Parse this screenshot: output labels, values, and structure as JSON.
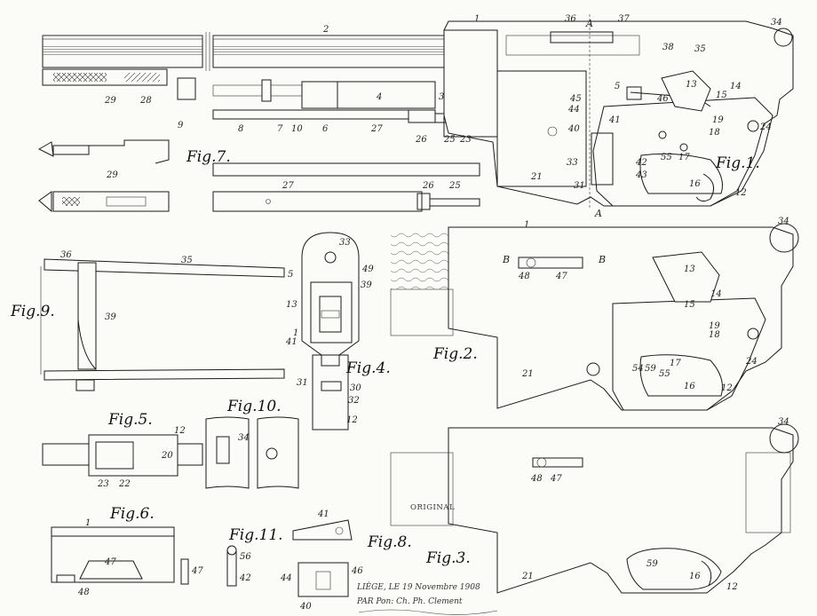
{
  "figures": {
    "fig1": "Fig.1.",
    "fig2": "Fig.2.",
    "fig3": "Fig.3.",
    "fig4": "Fig.4.",
    "fig5": "Fig.5.",
    "fig6": "Fig.6.",
    "fig7": "Fig.7.",
    "fig8": "Fig.8.",
    "fig9": "Fig.9.",
    "fig10": "Fig.10.",
    "fig11": "Fig.11."
  },
  "section_marks": {
    "a_top": "A",
    "a_bottom": "A",
    "b_left": "B",
    "b_right": "B"
  },
  "part_labels": {
    "fig1": [
      "1",
      "2",
      "3",
      "4",
      "5",
      "6",
      "7",
      "8",
      "9",
      "10",
      "12",
      "13",
      "14",
      "15",
      "16",
      "17",
      "18",
      "19",
      "21",
      "23",
      "24",
      "25",
      "26",
      "27",
      "28",
      "29",
      "31",
      "33",
      "34",
      "35",
      "36",
      "37",
      "38",
      "40",
      "41",
      "42",
      "43",
      "44",
      "45",
      "46",
      "55"
    ],
    "fig2": [
      "1",
      "12",
      "13",
      "14",
      "15",
      "16",
      "17",
      "18",
      "19",
      "21",
      "24",
      "34",
      "47",
      "48",
      "54",
      "55",
      "59"
    ],
    "fig3": [
      "12",
      "16",
      "21",
      "34",
      "47",
      "48",
      "59"
    ],
    "fig4": [
      "1",
      "5",
      "12",
      "13",
      "30",
      "31",
      "32",
      "33",
      "39",
      "41",
      "49"
    ],
    "fig5": [
      "12",
      "20",
      "22",
      "23"
    ],
    "fig6": [
      "1",
      "47",
      "48"
    ],
    "fig7": [
      "25",
      "26",
      "27",
      "29"
    ],
    "fig8": [
      "40",
      "41",
      "44",
      "46"
    ],
    "fig9": [
      "35",
      "36",
      "39"
    ],
    "fig10": [
      "34"
    ],
    "fig11": [
      "42",
      "47",
      "56"
    ]
  },
  "signature": {
    "line1": "LIÈGE, LE 19 Novembre 1908",
    "original": "ORIGINAL",
    "line2": "PAR Pon: Ch. Ph. Clement"
  }
}
